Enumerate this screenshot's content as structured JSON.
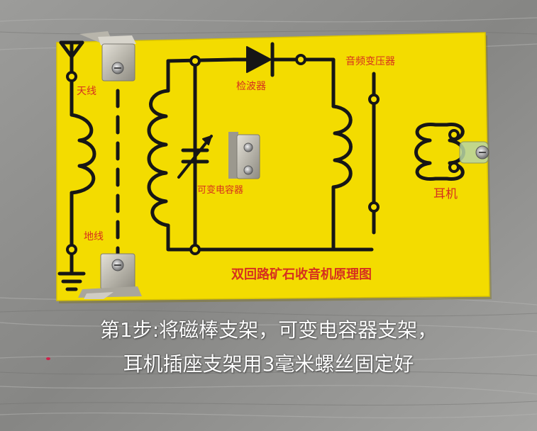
{
  "board": {
    "title": "双回路矿石收音机原理图",
    "labels": {
      "antenna": "天线",
      "ground": "地线",
      "detector": "检波器",
      "variable_capacitor": "可变电容器",
      "audio_transformer": "音频变压器",
      "earphone": "耳机"
    }
  },
  "caption": {
    "line1": "第1步:将磁棒支架，可变电容器支架，",
    "line2": "耳机插座支架用3毫米螺丝固定好"
  },
  "colors": {
    "board": "#f3dc00",
    "trace": "#161616",
    "label": "#d6301f",
    "wood": "#8f8f8d",
    "bracket": "#c9c6bd"
  }
}
